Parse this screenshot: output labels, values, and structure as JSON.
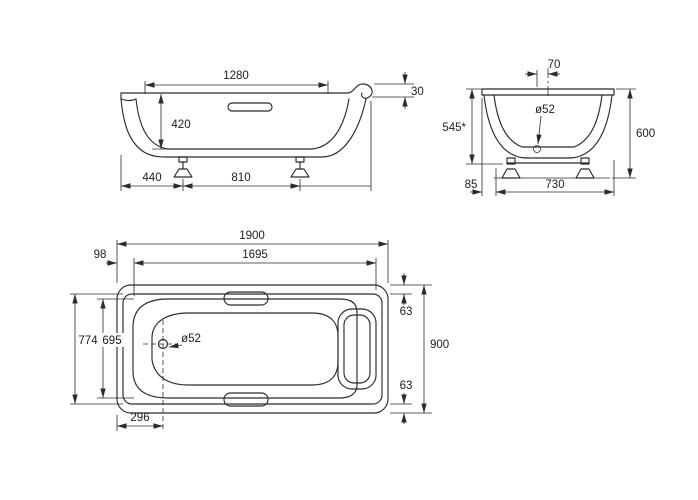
{
  "colors": {
    "background": "#ffffff",
    "line": "#2b2b2b"
  },
  "side_view": {
    "inner_length": "1280",
    "depth": "420",
    "rim_height": "30",
    "foot_offset": "440",
    "foot_spacing": "810"
  },
  "end_view": {
    "drain_offset": "70",
    "drain_diameter": "ø52",
    "height_adjustable": "545*",
    "total_height": "600",
    "edge_offset": "85",
    "base_width": "730"
  },
  "plan_view": {
    "total_length": "1900",
    "left_inset": "98",
    "inner_length": "1695",
    "top_inset": "63",
    "width_inner_rim": "774",
    "width_opening": "695",
    "drain_diameter": "ø52",
    "total_width": "900",
    "bottom_inset": "63",
    "drain_from_left": "296"
  }
}
